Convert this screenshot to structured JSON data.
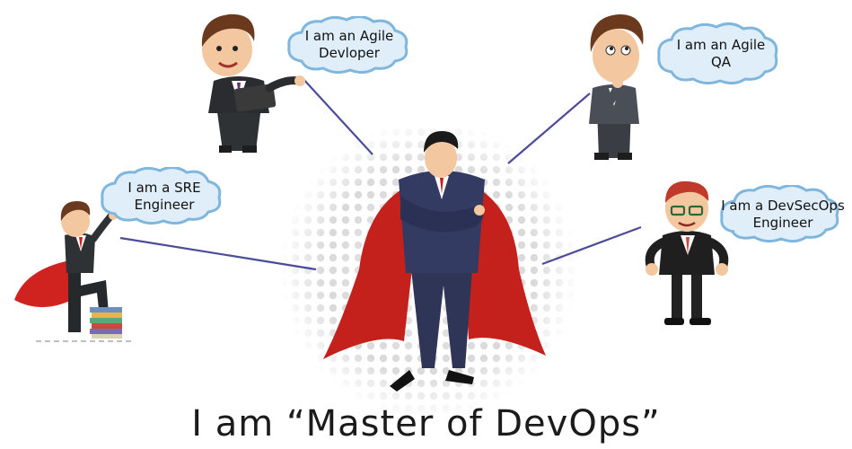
{
  "bubbles": {
    "agile_developer": "I am an Agile\nDevloper",
    "agile_qa": "I am an Agile\nQA",
    "sre_engineer": "I am a SRE\nEngineer",
    "devsecops_engineer": "I am a DevSecOps\nEngineer"
  },
  "title": "I am “Master of DevOps”",
  "colors": {
    "line": "#4b4b9a",
    "bubble_fill": "#dfeef9",
    "bubble_stroke": "#7fb6de",
    "suit": "#2f3557",
    "cape": "#c4201c",
    "skin": "#f3c8a0",
    "hair": "#6b3a1e"
  }
}
